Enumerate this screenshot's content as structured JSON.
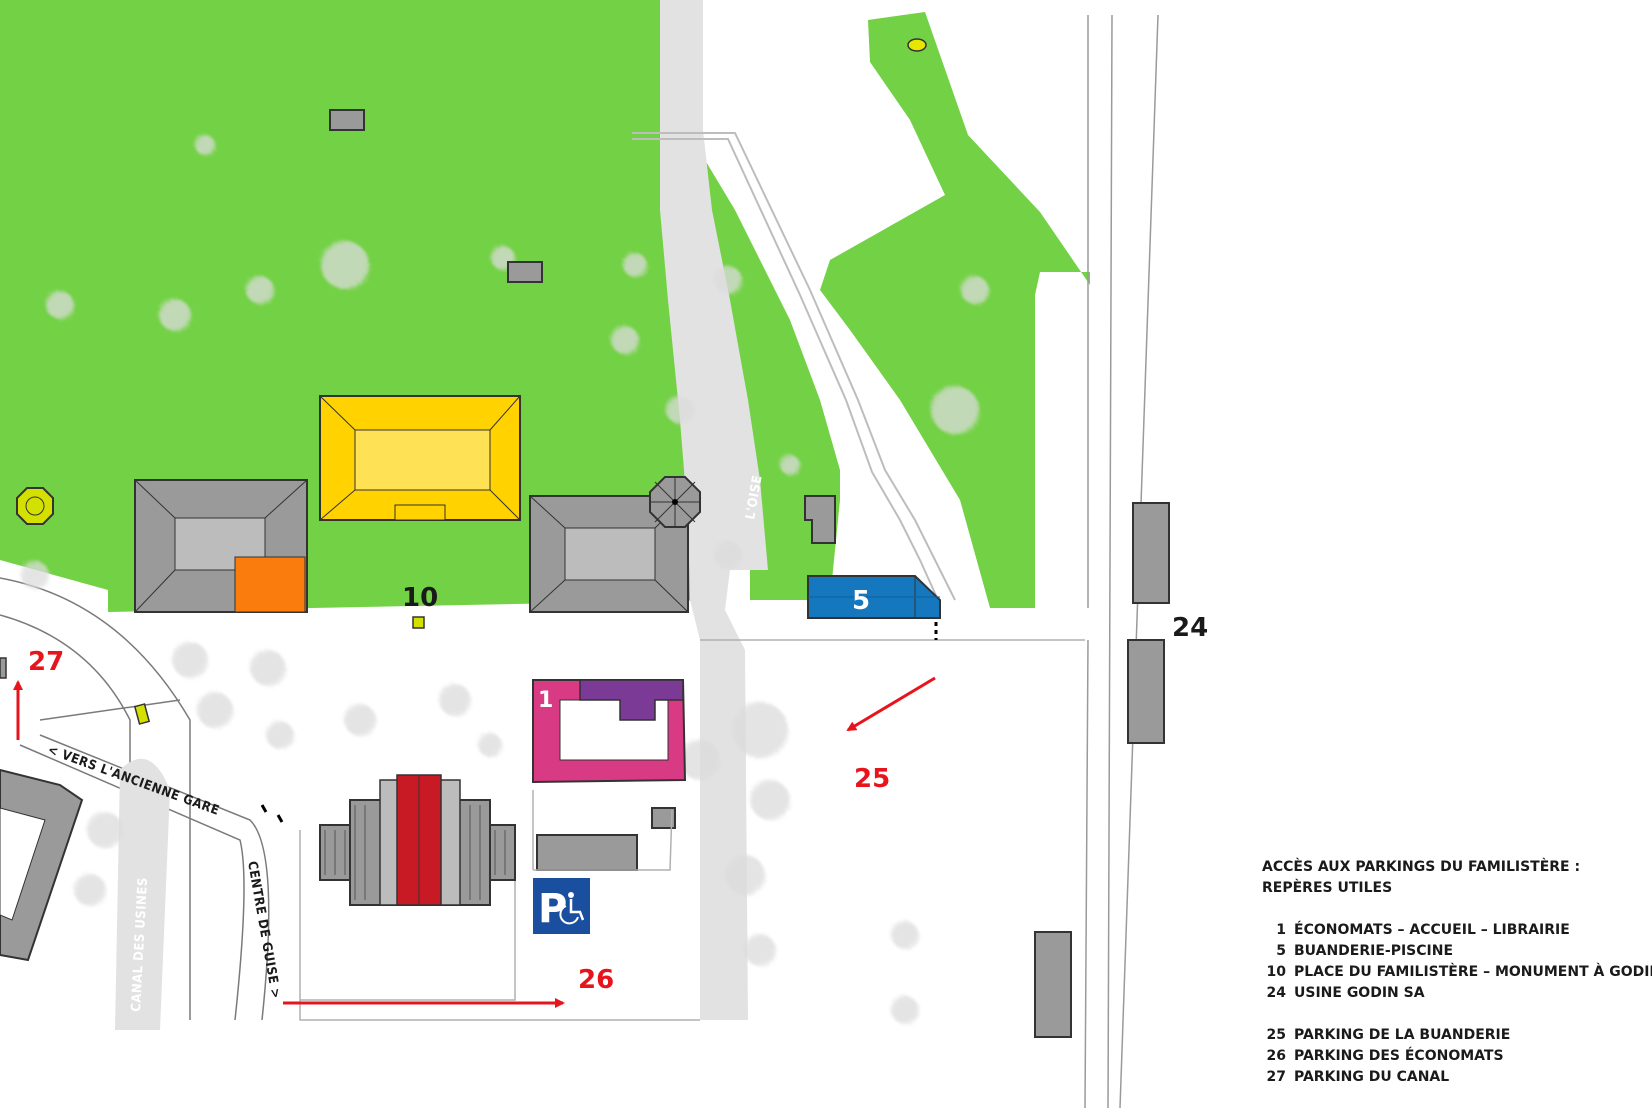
{
  "map": {
    "colors": {
      "park": "#72d144",
      "road": "#e2e2e2",
      "building_gray": "#9a9a9a",
      "palace_central": "#ffd200",
      "orange": "#f97c0c",
      "economats_pink": "#d83a84",
      "economats_purple": "#7a3a95",
      "buanderie_blue": "#1578bf",
      "red_building": "#c81a25",
      "parking_arrow": "#e8141b"
    },
    "markers": {
      "m10": "10",
      "m5": "5",
      "m1": "1",
      "m24": "24",
      "m25": "25",
      "m26": "26",
      "m27": "27"
    },
    "street_labels": {
      "oise": "L'OISE",
      "gare": "< VERS L'ANCIENNE GARE",
      "centre": "CENTRE DE GUISE >",
      "canal": "CANAL DES USINES"
    },
    "icons": {
      "parking": "parking-accessible-icon",
      "parking_letter": "P"
    }
  },
  "legend": {
    "title_line1": "ACCÈS AUX PARKINGS DU FAMILISTÈRE :",
    "title_line2": "REPÈRES UTILES",
    "group1": [
      {
        "num": "1",
        "label": "ÉCONOMATS – ACCUEIL – LIBRAIRIE"
      },
      {
        "num": "5",
        "label": "BUANDERIE-PISCINE"
      },
      {
        "num": "10",
        "label": "PLACE DU FAMILISTÈRE – MONUMENT À GODIN"
      },
      {
        "num": "24",
        "label": "USINE GODIN SA"
      }
    ],
    "group2": [
      {
        "num": "25",
        "label": "PARKING DE LA BUANDERIE"
      },
      {
        "num": "26",
        "label": "PARKING DES ÉCONOMATS"
      },
      {
        "num": "27",
        "label": "PARKING DU CANAL"
      }
    ]
  }
}
